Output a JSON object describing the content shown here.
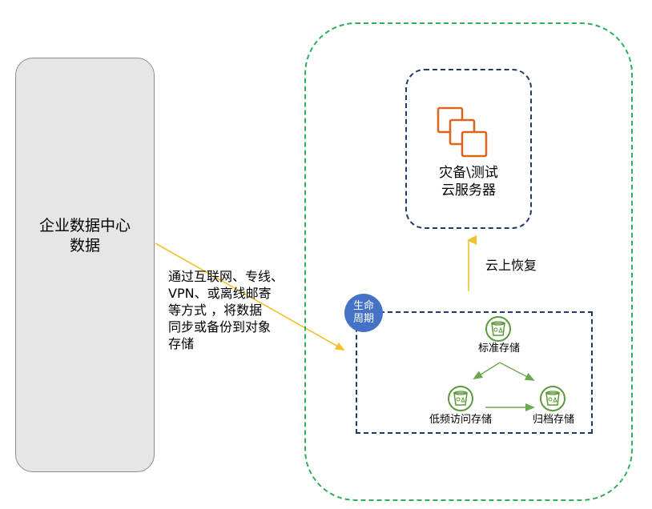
{
  "datacenter": {
    "label_line1": "企业数据中心",
    "label_line2": "数据"
  },
  "sync_method": {
    "line1": "通过互联网、专线、",
    "line2": "VPN、或离线邮寄",
    "line3": "等方式 ，将数据",
    "line4": "同步或备份到对象",
    "line5": "存储"
  },
  "cloud_server": {
    "icon": "server-instances-icon",
    "label_line1": "灾备\\测试",
    "label_line2": "云服务器"
  },
  "restore": {
    "label": "云上恢复"
  },
  "lifecycle": {
    "line1": "生命",
    "line2": "周期"
  },
  "storage_tiers": {
    "standard": "标准存储",
    "infrequent": "低频访问存储",
    "archive": "归档存储",
    "icon": "storage-bucket-icon"
  },
  "colors": {
    "datacenter_fill": "#e6e6e6",
    "datacenter_border": "#8c8c8c",
    "cloud_border": "#2fae5f",
    "inner_border": "#203b6a",
    "server_icon": "#d9681e",
    "arrow_yellow": "#f2c12e",
    "arrow_green": "#6aa84f",
    "badge_fill": "#4472c4",
    "bucket_green": "#5b9a3a"
  }
}
